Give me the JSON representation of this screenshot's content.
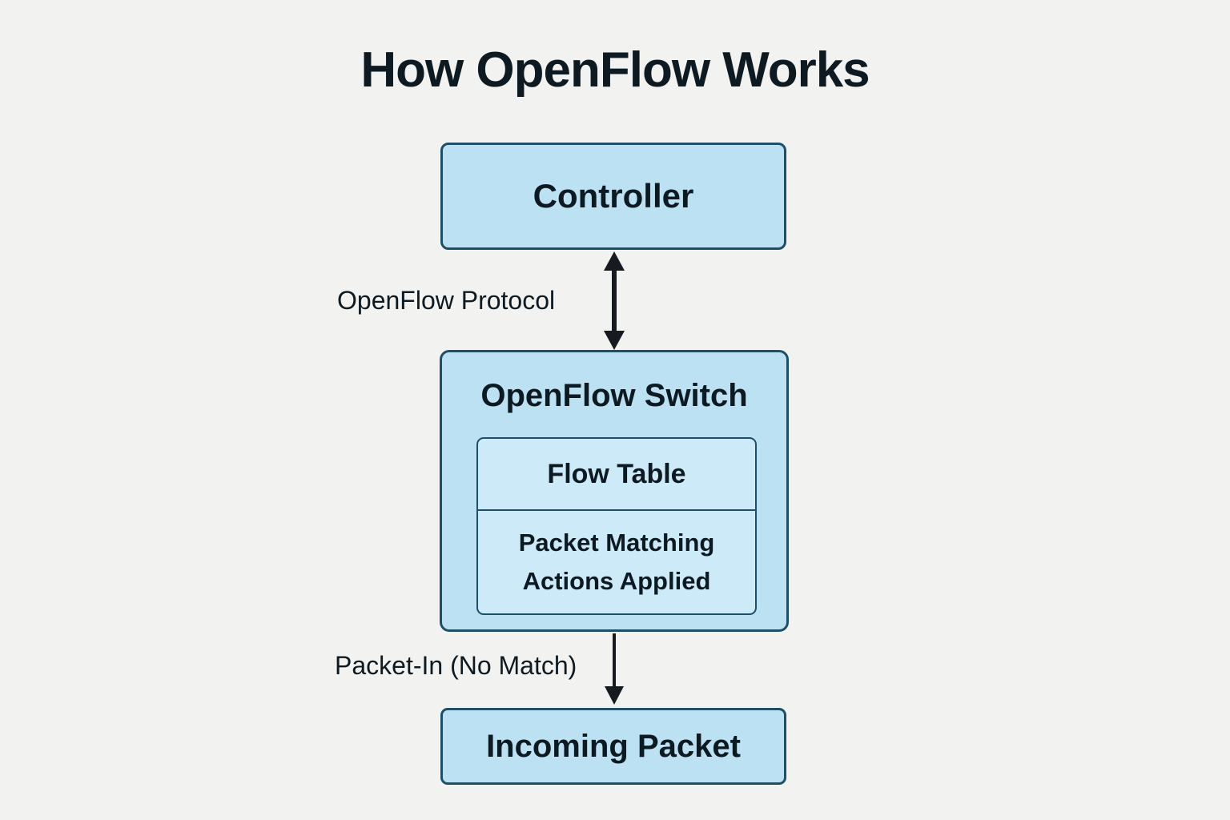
{
  "title": "How OpenFlow Works",
  "colors": {
    "background": "#f2f3f1",
    "node_fill": "#bce1f3",
    "inner_fill": "#cdeaf8",
    "border": "#1d5068",
    "text": "#0e1a22",
    "arrow": "#161b21"
  },
  "nodes": {
    "controller": {
      "label": "Controller"
    },
    "switch": {
      "label": "OpenFlow Switch"
    },
    "flow_table": {
      "label": "Flow Table"
    },
    "packet_matching": {
      "line1": "Packet Matching",
      "line2": "Actions Applied"
    },
    "incoming_packet": {
      "label": "Incoming Packet"
    }
  },
  "edges": {
    "openflow_protocol": {
      "label": "OpenFlow Protocol",
      "direction": "bidirectional"
    },
    "packet_in": {
      "label": "Packet-In (No Match)",
      "direction": "down"
    }
  }
}
